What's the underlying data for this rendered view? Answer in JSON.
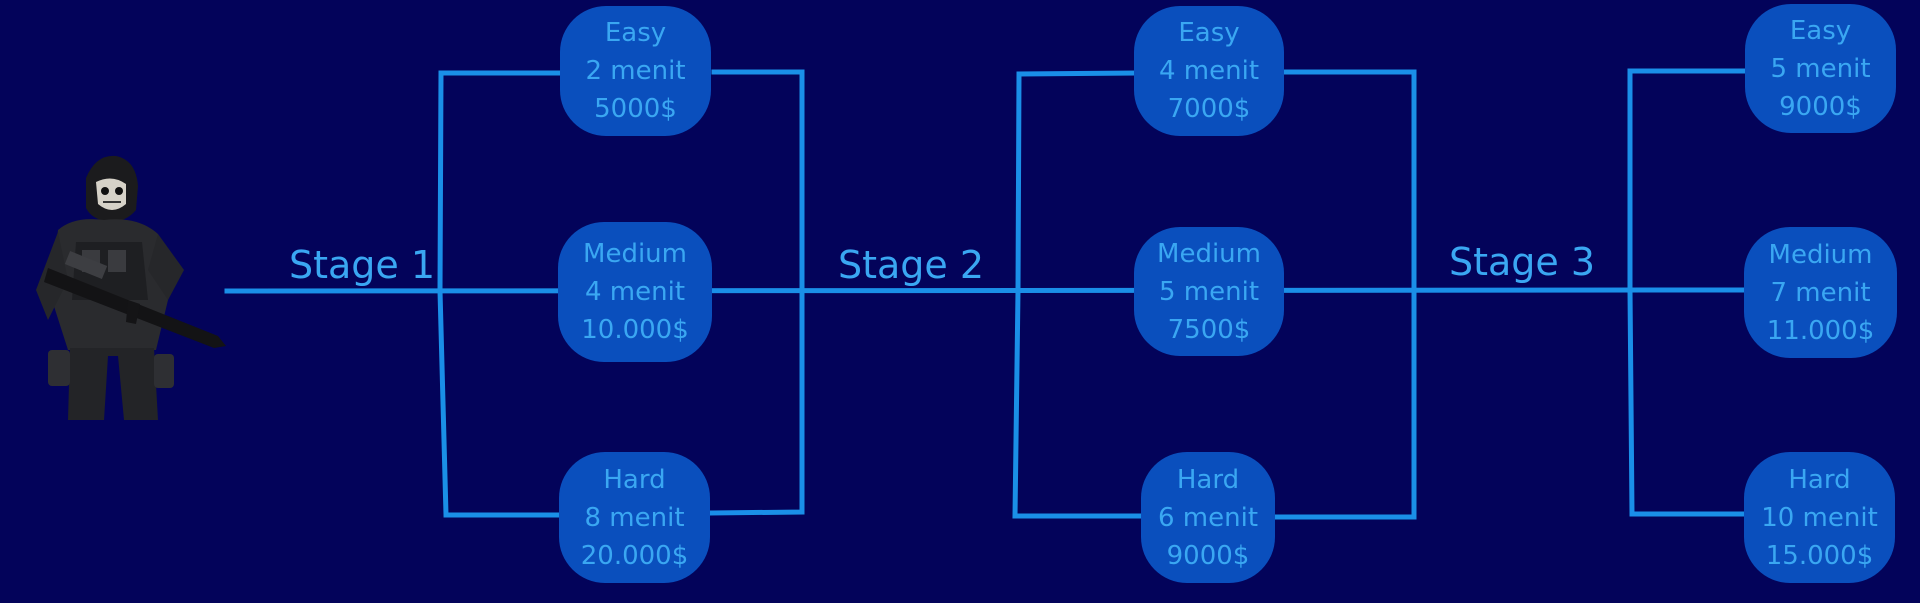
{
  "colors": {
    "background": "#03035a",
    "line": "#1a8fe8",
    "node_fill": "#0a4fbd",
    "text": "#3aa7f2"
  },
  "character": {
    "icon": "soldier-icon"
  },
  "stages": [
    {
      "label": "Stage 1",
      "options": [
        {
          "difficulty": "Easy",
          "time": "2 menit",
          "reward": "5000$"
        },
        {
          "difficulty": "Medium",
          "time": "4 menit",
          "reward": "10.000$"
        },
        {
          "difficulty": "Hard",
          "time": "8 menit",
          "reward": "20.000$"
        }
      ]
    },
    {
      "label": "Stage 2",
      "options": [
        {
          "difficulty": "Easy",
          "time": "4 menit",
          "reward": "7000$"
        },
        {
          "difficulty": "Medium",
          "time": "5 menit",
          "reward": "7500$"
        },
        {
          "difficulty": "Hard",
          "time": "6 menit",
          "reward": "9000$"
        }
      ]
    },
    {
      "label": "Stage 3",
      "options": [
        {
          "difficulty": "Easy",
          "time": "5 menit",
          "reward": "9000$"
        },
        {
          "difficulty": "Medium",
          "time": "7 menit",
          "reward": "11.000$"
        },
        {
          "difficulty": "Hard",
          "time": "10 menit",
          "reward": "15.000$"
        }
      ]
    }
  ]
}
